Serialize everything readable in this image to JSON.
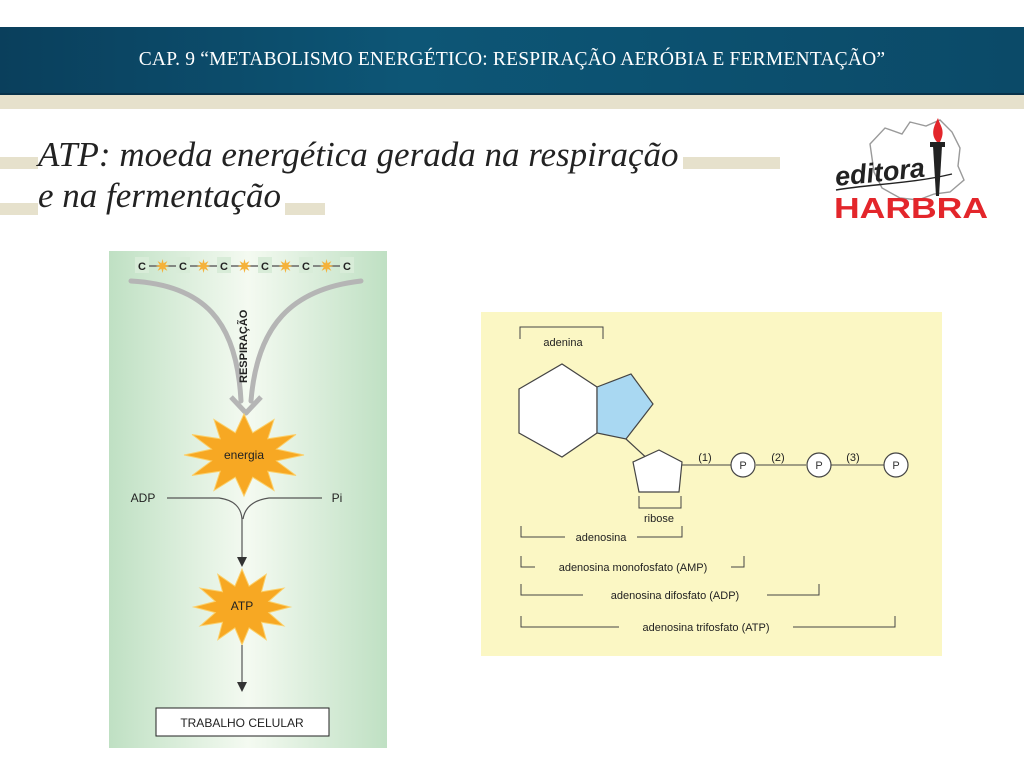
{
  "header": {
    "chapter_title": "CAP. 9 “METABOLISMO ENERGÉTICO: RESPIRAÇÃO AERÓBIA E FERMENTAÇÃO”"
  },
  "slide": {
    "title_line1": "ATP: moeda energética gerada na respiração",
    "title_line2": "e na fermentação"
  },
  "logo": {
    "script_text": "editora",
    "brand_text": "HARBRA"
  },
  "left_diagram": {
    "carbon_chain": [
      "C",
      "C",
      "C",
      "C",
      "C",
      "C"
    ],
    "process_label": "RESPIRAÇÃO",
    "energy_label": "energia",
    "input_left": "ADP",
    "input_right": "Pi",
    "product_label": "ATP",
    "output_label": "TRABALHO CELULAR"
  },
  "right_diagram": {
    "adenine_label": "adenina",
    "ribose_label": "ribose",
    "phosphate_symbol": "P",
    "bond_labels": [
      "(1)",
      "(2)",
      "(3)"
    ],
    "adenosine_label": "adenosina",
    "amp_label": "adenosina monofosfato (AMP)",
    "adp_label": "adenosina difosfato (ADP)",
    "atp_label": "adenosina trifosfato (ATP)"
  },
  "colors": {
    "header_band": "#0d5676",
    "beige_band": "#e6e1cc",
    "left_panel_green": "#cfe6cf",
    "right_panel_yellow": "#fbf7c4",
    "starburst_orange": "#f7a823",
    "pentagon_blue": "#a9d8f2",
    "logo_red": "#e3262b"
  }
}
